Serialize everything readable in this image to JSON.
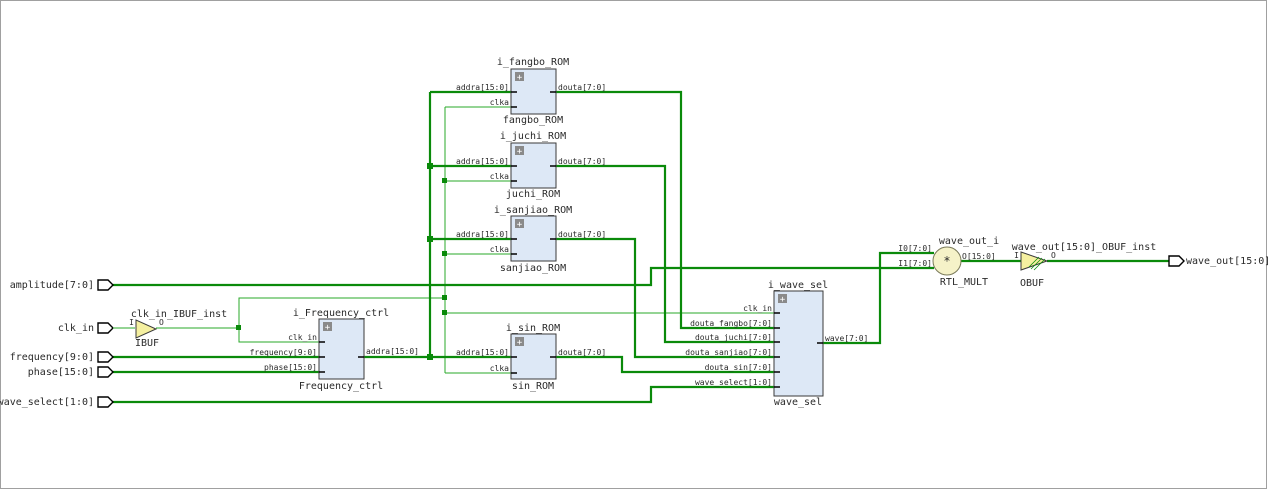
{
  "colors": {
    "wire": "#0a8a0a",
    "wire_thin": "#2aa82a",
    "block_fill": "#dde8f6",
    "buffer_fill": "#f5f0a0",
    "mult_fill": "#f5f2c8"
  },
  "ports_in": {
    "amplitude": "amplitude[7:0]",
    "clk_in": "clk_in",
    "frequency": "frequency[9:0]",
    "phase": "phase[15:0]",
    "wave_select": "wave_select[1:0]"
  },
  "ports_out": {
    "wave_out": "wave_out[15:0]"
  },
  "ibuf": {
    "instance": "clk_in_IBUF_inst",
    "type": "IBUF",
    "pin_in": "I",
    "pin_out": "O"
  },
  "obuf": {
    "instance": "wave_out[15:0]_OBUF_inst",
    "type": "OBUF",
    "pin_in": "I",
    "pin_out": "O"
  },
  "mult": {
    "instance": "wave_out_i",
    "type": "RTL_MULT",
    "symbol": "*",
    "pin_i0": "I0[7:0]",
    "pin_i1": "I1[7:0]",
    "pin_o": "O[15:0]"
  },
  "freq_ctrl": {
    "instance": "i_Frequency_ctrl",
    "type": "Frequency_ctrl",
    "pins_in": [
      "clk_in",
      "frequency[9:0]",
      "phase[15:0]"
    ],
    "pin_out": "addra[15:0]",
    "expand": "+"
  },
  "roms": [
    {
      "instance": "i_fangbo_ROM",
      "type": "fangbo_ROM",
      "pin_addr": "addra[15:0]",
      "pin_clk": "clka",
      "pin_out": "douta[7:0]",
      "expand": "+"
    },
    {
      "instance": "i_juchi_ROM",
      "type": "juchi_ROM",
      "pin_addr": "addra[15:0]",
      "pin_clk": "clka",
      "pin_out": "douta[7:0]",
      "expand": "+"
    },
    {
      "instance": "i_sanjiao_ROM",
      "type": "sanjiao_ROM",
      "pin_addr": "addra[15:0]",
      "pin_clk": "clka",
      "pin_out": "douta[7:0]",
      "expand": "+"
    },
    {
      "instance": "i_sin_ROM",
      "type": "sin_ROM",
      "pin_addr": "addra[15:0]",
      "pin_clk": "clka",
      "pin_out": "douta[7:0]",
      "expand": "+"
    }
  ],
  "wave_sel": {
    "instance": "i_wave_sel",
    "type": "wave_sel",
    "pins_in": [
      "clk_in",
      "douta_fangbo[7:0]",
      "douta_juchi[7:0]",
      "douta_sanjiao[7:0]",
      "douta_sin[7:0]",
      "wave_select[1:0]"
    ],
    "pin_out": "wave[7:0]",
    "expand": "+"
  }
}
